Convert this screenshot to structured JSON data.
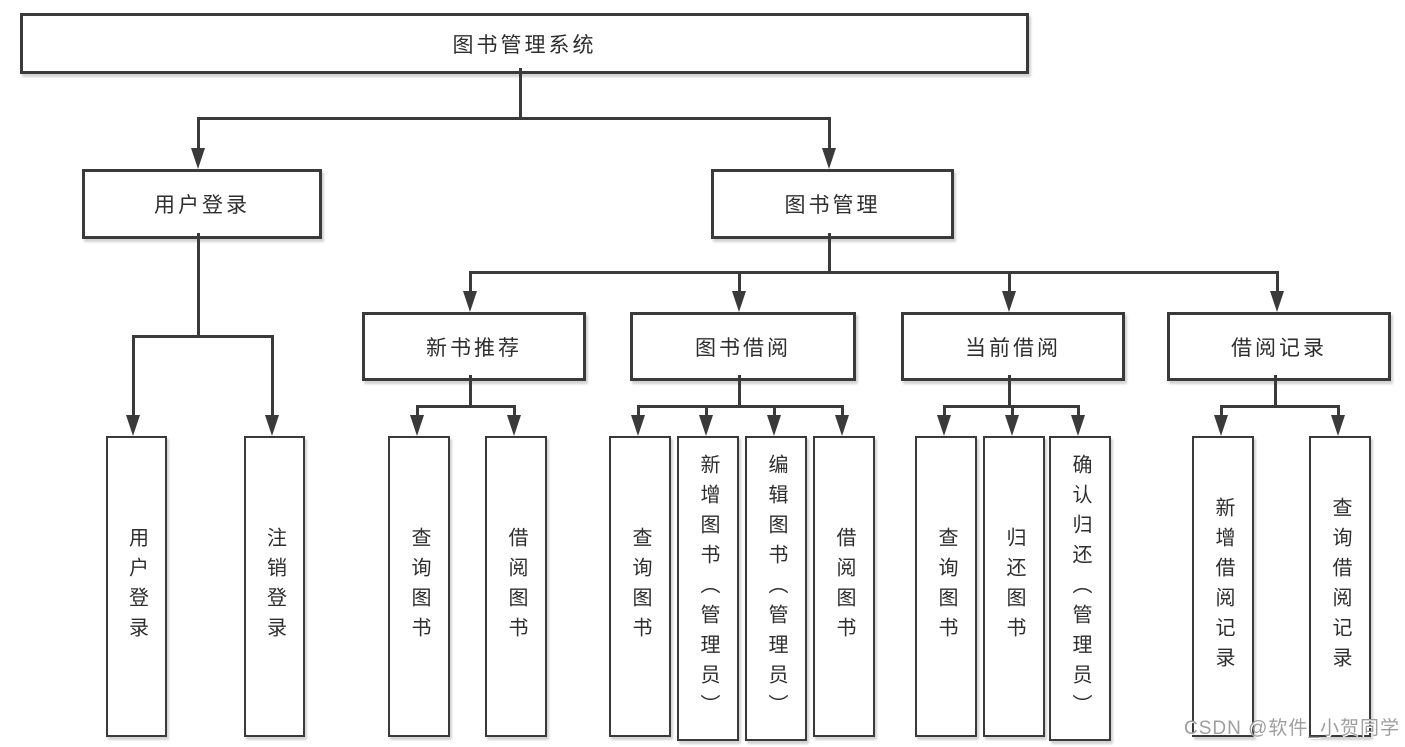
{
  "diagram_title": "图书管理系统",
  "colors": {
    "line": "#3a3a3a",
    "text": "#2e2e2e",
    "background": "#ffffff",
    "watermark": "#9e9e9e"
  },
  "watermark": {
    "text": "CSDN @软件_小贺同学"
  },
  "hierarchy": {
    "root": "图书管理系统",
    "children": [
      {
        "label": "用户登录",
        "children": [
          "用户登录",
          "注销登录"
        ]
      },
      {
        "label": "图书管理",
        "children": [
          {
            "label": "新书推荐",
            "children": [
              "查询图书",
              "借阅图书"
            ]
          },
          {
            "label": "图书借阅",
            "children": [
              "查询图书",
              "新增图书（管理员）",
              "编辑图书（管理员）",
              "借阅图书"
            ]
          },
          {
            "label": "当前借阅",
            "children": [
              "查询图书",
              "归还图书",
              "确认归还（管理员）"
            ]
          },
          {
            "label": "借阅记录",
            "children": [
              "新增借阅记录",
              "查询借阅记录"
            ]
          }
        ]
      }
    ]
  }
}
